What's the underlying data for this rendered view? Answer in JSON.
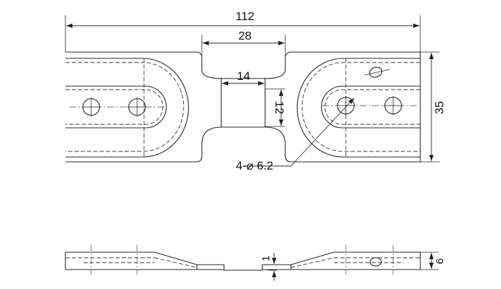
{
  "dimensions": {
    "overall_length": "112",
    "waist_outer_width": "28",
    "waist_inner_width": "14",
    "waist_height": "12",
    "plate_height": "35",
    "hole_callout": "4-⌀ 6.2",
    "side_step": "1",
    "side_thickness": "6"
  },
  "colors": {
    "line": "#222222",
    "background": "#ffffff"
  }
}
